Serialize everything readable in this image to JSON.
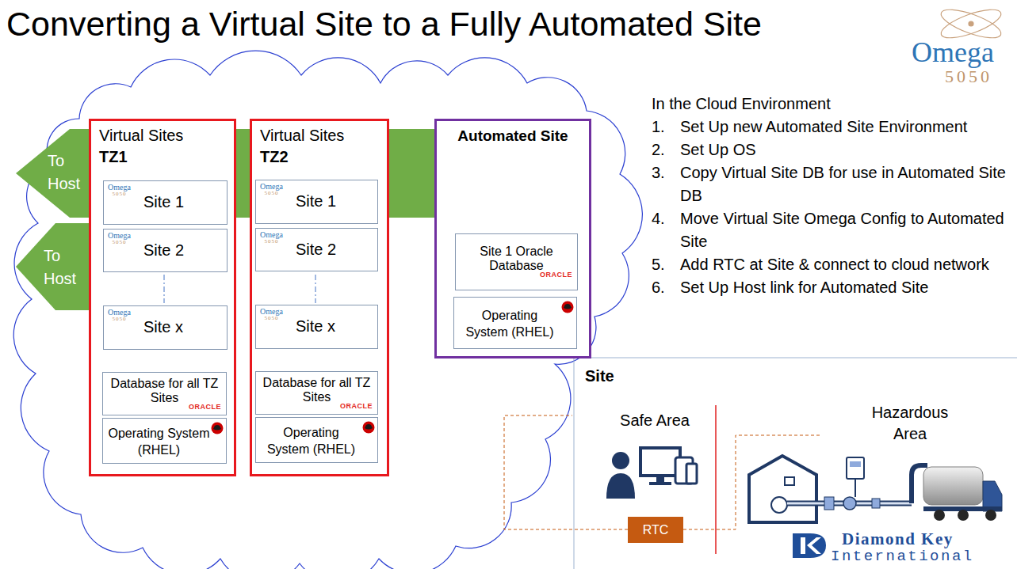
{
  "diagram": {
    "title": "Converting a Virtual Site to a Fully Automated Site",
    "nodes": [
      {
        "text": [
          "To Host"
        ]
      },
      {
        "text": [
          "To Host"
        ]
      },
      {
        "text": [
          "Virtual Sites",
          "TZ1"
        ]
      },
      {
        "text": [
          "Omega",
          "5050",
          "Site 1"
        ],
        "in": 2
      },
      {
        "text": [
          "Omega",
          "5050",
          "Site 2"
        ],
        "in": 2
      },
      {
        "text": [
          "Omega",
          "5050",
          "Site x"
        ],
        "in": 2
      },
      {
        "text": [
          "Database for all TZ Sites",
          "ORACLE"
        ],
        "in": 2
      },
      {
        "text": [
          "Operating System (RHEL)"
        ],
        "in": 2
      },
      {
        "text": [
          "Virtual Sites",
          "TZ2"
        ]
      },
      {
        "text": [
          "Omega",
          "5050",
          "Site 1"
        ],
        "in": 8
      },
      {
        "text": [
          "Omega",
          "5050",
          "Site 2"
        ],
        "in": 8
      },
      {
        "text": [
          "Omega",
          "5050",
          "Site x"
        ],
        "in": 8
      },
      {
        "text": [
          "Database for all TZ Sites",
          "ORACLE"
        ],
        "in": 8
      },
      {
        "text": [
          "Operating System (RHEL)"
        ],
        "in": 8
      },
      {
        "text": [
          "Automated Site"
        ]
      },
      {
        "text": [
          "Site 1 Oracle Database",
          "ORACLE"
        ],
        "in": 14
      },
      {
        "text": [
          "Operating System (RHEL)"
        ],
        "in": 14
      },
      {
        "text": [
          "RTC"
        ]
      }
    ],
    "labels": [
      "Omega",
      "5050",
      "In the Cloud Environment",
      "1.",
      "Set Up new Automated Site Environment",
      "2.",
      "Set Up OS",
      "3.",
      "Copy Virtual Site DB for use in Automated Site DB",
      "4.",
      "Move Virtual Site Omega Config to Automated Site",
      "5.",
      "Add RTC at Site & connect to cloud network",
      "6.",
      "Set Up Host link for Automated Site",
      "Site",
      "Safe Area",
      "Hazardous Area",
      "Diamond Key",
      "International"
    ]
  }
}
